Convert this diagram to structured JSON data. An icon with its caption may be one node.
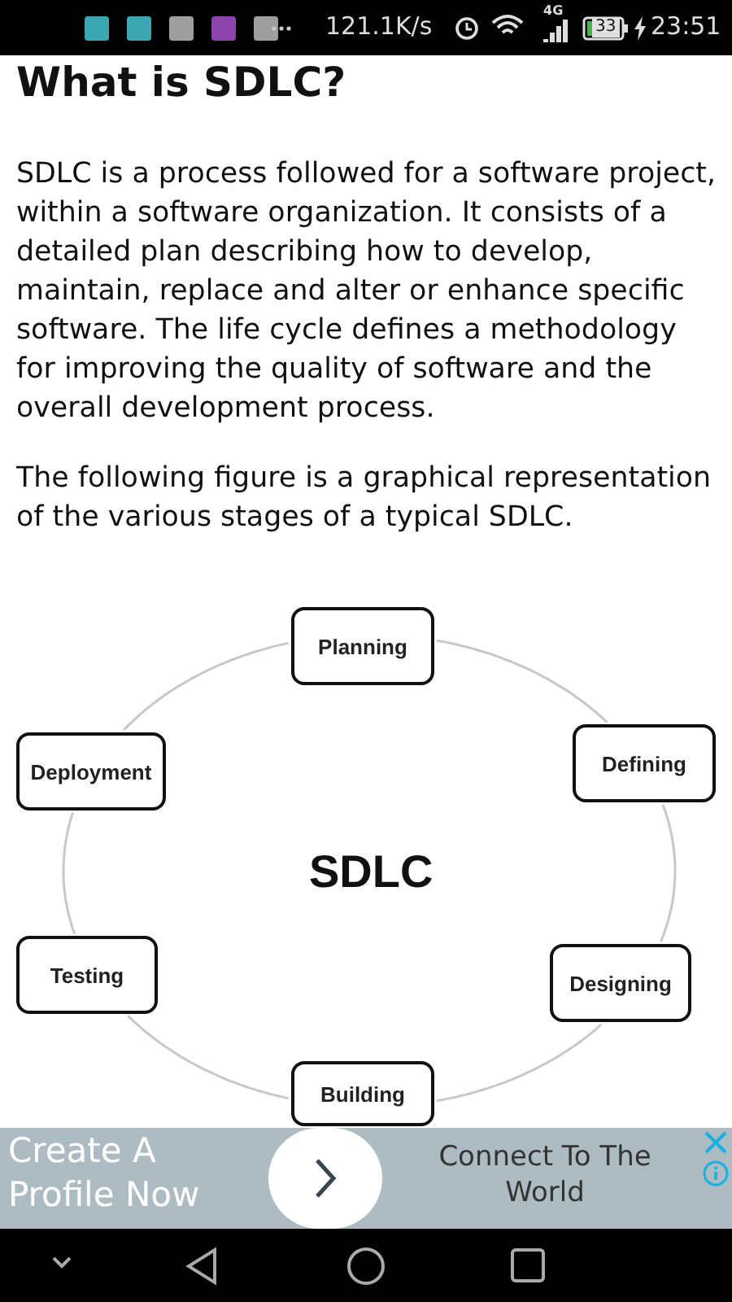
{
  "diagram": {
    "title": "What is SDLC?",
    "nodes": [
      {
        "text": [
          "Planning"
        ]
      },
      {
        "text": [
          "Defining"
        ]
      },
      {
        "text": [
          "Designing"
        ]
      },
      {
        "text": [
          "Building"
        ]
      },
      {
        "text": [
          "Testing"
        ]
      },
      {
        "text": [
          "Deployment"
        ]
      }
    ],
    "edges": [
      {
        "from": 0,
        "to": 1,
        "arrow": "none"
      },
      {
        "from": 1,
        "to": 2,
        "arrow": "none"
      },
      {
        "from": 2,
        "to": 3,
        "arrow": "none"
      },
      {
        "from": 3,
        "to": 4,
        "arrow": "none"
      },
      {
        "from": 4,
        "to": 5,
        "arrow": "none"
      },
      {
        "from": 5,
        "to": 0,
        "arrow": "none"
      }
    ],
    "labels": [
      "121.1K/s",
      "4G",
      "33",
      "23:51",
      "SDLC is a process followed for a software project, within a software organization. It consists of a detailed plan describing how to develop, maintain, replace and alter or enhance specific software. The life cycle defines a methodology for improving the quality of software and the overall development process.",
      "The following figure is a graphical representation of the various stages of a typical SDLC.",
      "SDLC",
      "Create A Profile Now",
      "Connect To The World"
    ]
  }
}
